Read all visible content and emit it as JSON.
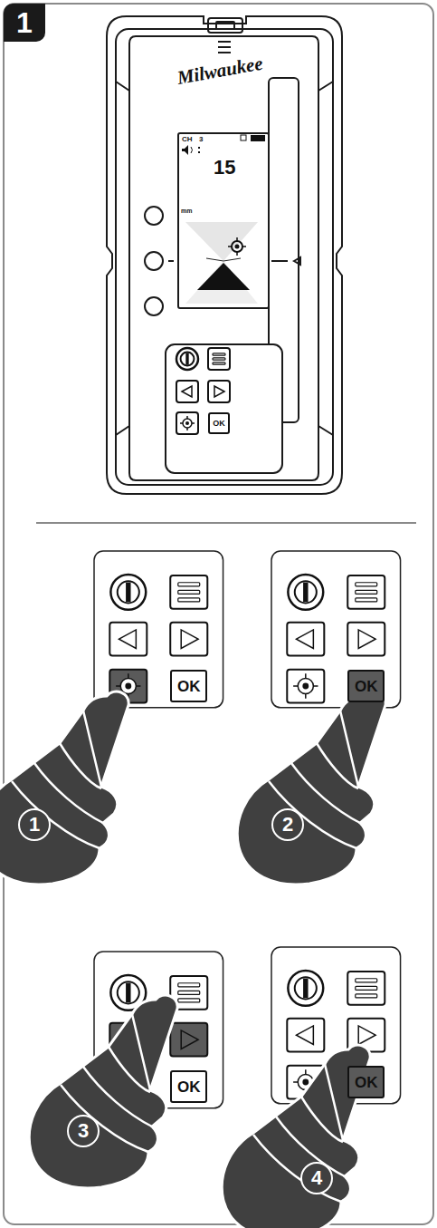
{
  "diagram": {
    "nodes": [
      {
        "text": [
          "1"
        ]
      },
      {
        "text": [
          "OK"
        ]
      },
      {
        "text": [
          "OK"
        ]
      },
      {
        "text": [
          "1"
        ]
      },
      {
        "text": [
          "OK"
        ]
      },
      {
        "text": [
          "2"
        ]
      },
      {
        "text": [
          "OK"
        ]
      },
      {
        "text": [
          "3"
        ]
      },
      {
        "text": [
          "OK"
        ]
      },
      {
        "text": [
          "4"
        ]
      }
    ],
    "labels": [
      "Milwaukee",
      "CH",
      "3",
      "15",
      "mm"
    ]
  }
}
